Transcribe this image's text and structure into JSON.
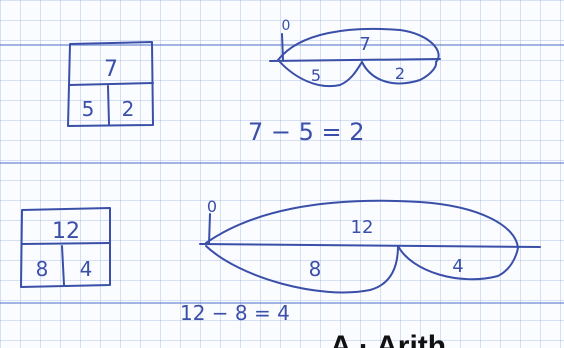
{
  "ink_color": "#3a4fa8",
  "problem_top": {
    "box": {
      "total": "7",
      "part_left": "5",
      "part_right": "2"
    },
    "diagram": {
      "origin": "0",
      "total": "7",
      "part_left": "5",
      "part_right": "2"
    },
    "equation": "7 − 5 = 2"
  },
  "problem_bottom": {
    "box": {
      "total": "12",
      "part_left": "8",
      "part_right": "4"
    },
    "diagram": {
      "origin": "0",
      "total": "12",
      "part_left": "8",
      "part_right": "4"
    },
    "equation": "12 − 8 = 4"
  },
  "caption": "A · Arith"
}
